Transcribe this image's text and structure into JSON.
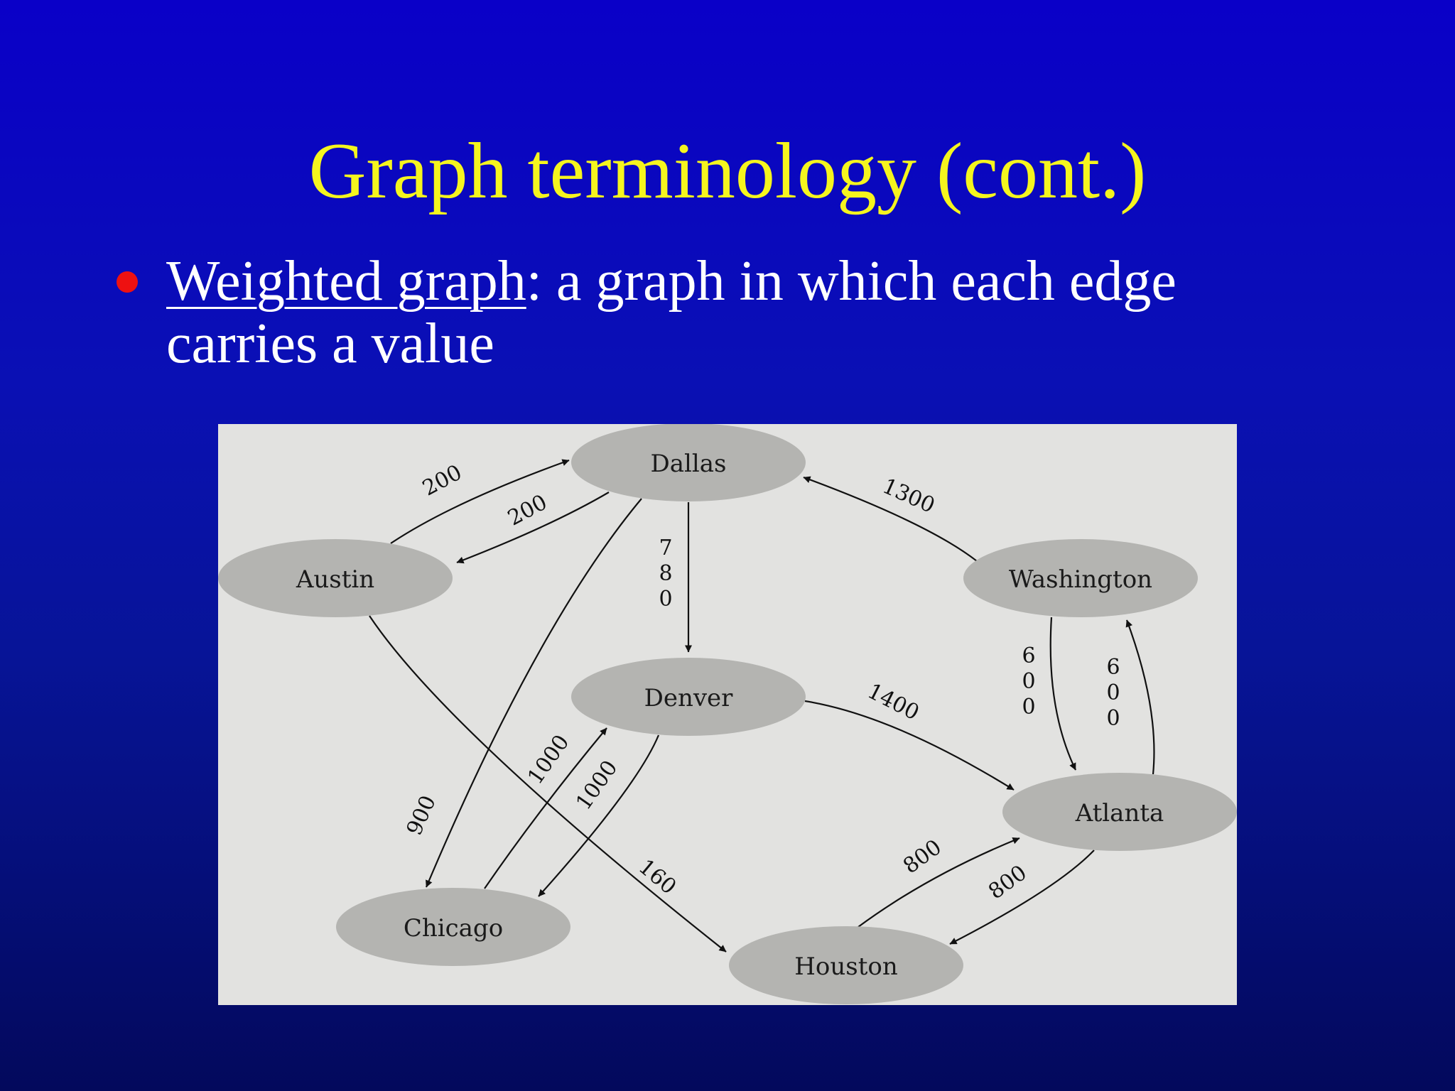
{
  "slide": {
    "title": "Graph terminology (cont.)",
    "bullet": {
      "term": "Weighted graph",
      "definition": ": a graph in which each edge carries a value"
    }
  },
  "diagram": {
    "nodes": [
      {
        "id": "dallas",
        "label": "Dallas"
      },
      {
        "id": "austin",
        "label": "Austin"
      },
      {
        "id": "washington",
        "label": "Washington"
      },
      {
        "id": "denver",
        "label": "Denver"
      },
      {
        "id": "atlanta",
        "label": "Atlanta"
      },
      {
        "id": "chicago",
        "label": "Chicago"
      },
      {
        "id": "houston",
        "label": "Houston"
      }
    ],
    "edges": [
      {
        "from": "Austin",
        "to": "Dallas",
        "weight": "200"
      },
      {
        "from": "Dallas",
        "to": "Austin",
        "weight": "200"
      },
      {
        "from": "Dallas",
        "to": "Denver",
        "weight": "780"
      },
      {
        "from": "Washington",
        "to": "Dallas",
        "weight": "1300"
      },
      {
        "from": "Dallas",
        "to": "Chicago",
        "weight": "900"
      },
      {
        "from": "Austin",
        "to": "Houston",
        "weight": "160"
      },
      {
        "from": "Chicago",
        "to": "Denver",
        "weight": "1000"
      },
      {
        "from": "Denver",
        "to": "Chicago",
        "weight": "1000"
      },
      {
        "from": "Denver",
        "to": "Atlanta",
        "weight": "1400"
      },
      {
        "from": "Washington",
        "to": "Atlanta",
        "weight": "600"
      },
      {
        "from": "Atlanta",
        "to": "Washington",
        "weight": "600"
      },
      {
        "from": "Houston",
        "to": "Atlanta",
        "weight": "800"
      },
      {
        "from": "Atlanta",
        "to": "Houston",
        "weight": "800"
      }
    ]
  },
  "colors": {
    "title": "#f5f51e",
    "bullet": "#ee1111",
    "body_text": "#ffffff",
    "panel": "#e2e2e0",
    "node": "#b4b4b1"
  }
}
